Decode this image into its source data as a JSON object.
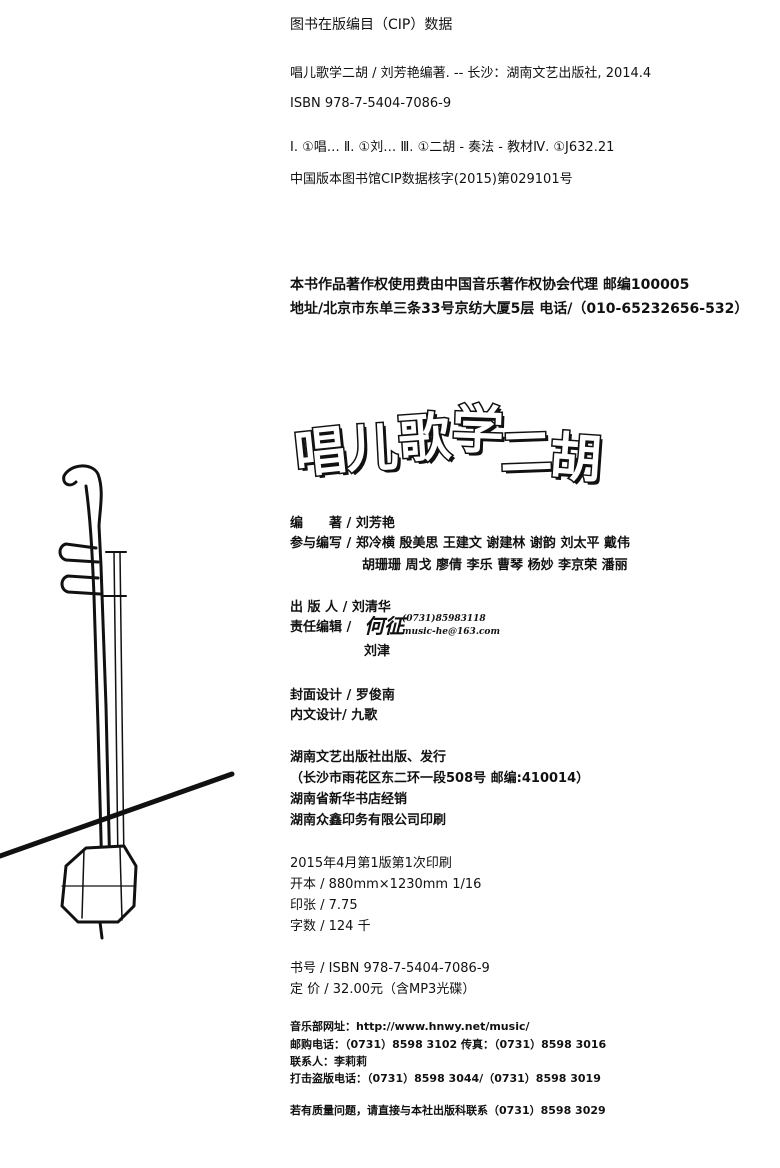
{
  "cip": {
    "heading": "图书在版编目（CIP）数据",
    "line1": "唱儿歌学二胡 / 刘芳艳编著. -- 长沙：湖南文艺出版社, 2014.4",
    "isbn": "ISBN 978-7-5404-7086-9",
    "classification": "Ⅰ. ①唱…  Ⅱ. ①刘…  Ⅲ. ①二胡 - 奏法 - 教材Ⅳ. ①J632.21",
    "record": "中国版本图书馆CIP数据核字(2015)第029101号"
  },
  "copyright": {
    "line1": "本书作品著作权使用费由中国音乐著作权协会代理 邮编100005",
    "line2": "地址/北京市东单三条33号京纺大厦5层 电话/（010-65232656-532）"
  },
  "title": {
    "chars": [
      "唱",
      "儿",
      "歌",
      "学",
      "二",
      "胡"
    ]
  },
  "credits": {
    "author_label": "编　　著",
    "author": "刘芳艳",
    "participants_label": "参与编写",
    "participants_line1": "郑冷横  殷美思  王建文  谢建林  谢韵  刘太平  戴伟",
    "participants_line2": "胡珊珊  周戈  廖倩  李乐  曹琴  杨妙  李京荣  潘丽",
    "publisher_label": "出 版 人",
    "publisher": "刘清华",
    "editor_label": "责任编辑",
    "editor_signature": "何征",
    "editor_phone": "(0731)85983118",
    "editor_email": "music-he@163.com",
    "editor2": "刘津",
    "cover_label": "封面设计",
    "cover": "罗俊南",
    "interior_label": "内文设计",
    "interior": "九歌"
  },
  "publishing": {
    "line1": "湖南文艺出版社出版、发行",
    "line2": "（长沙市雨花区东二环一段508号  邮编:410014）",
    "line3": "湖南省新华书店经销",
    "line4": "湖南众鑫印务有限公司印刷"
  },
  "specs": {
    "edition": "2015年4月第1版第1次印刷",
    "format": "开本 / 880mm×1230mm    1/16",
    "sheets": "印张 / 7.75",
    "words": "字数 / 124 千"
  },
  "book": {
    "number": "书号 / ISBN  978-7-5404-7086-9",
    "price": "定 价 / 32.00元（含MP3光碟）"
  },
  "contact": {
    "website": "音乐部网址：http://www.hnwy.net/music/",
    "mail_phone": "邮购电话：（0731）8598 3102  传真：（0731）8598 3016",
    "contact_person": "联系人：李莉莉",
    "piracy": "打击盗版电话：（0731）8598 3044/（0731）8598 3019",
    "quality": "若有质量问题，请直接与本社出版科联系（0731）8598 3029"
  }
}
